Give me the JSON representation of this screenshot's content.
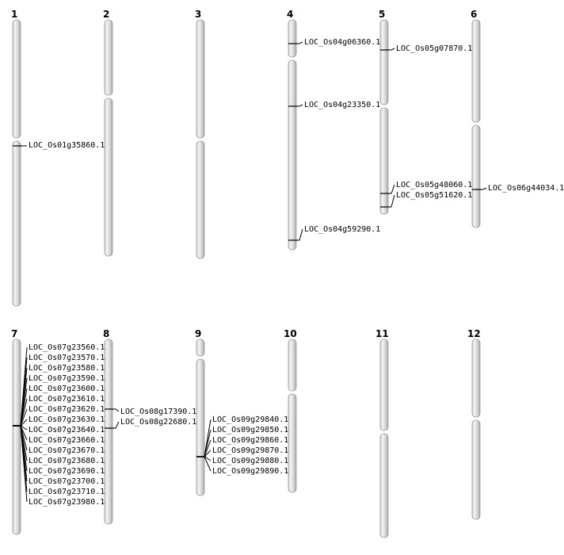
{
  "colors": {
    "background": "#ffffff",
    "chromosome_light": "#f2f2f2",
    "chromosome_dark": "#bdbdbd",
    "chromosome_edge": "#9a9a9a",
    "line": "#000000"
  },
  "chromosomes": [
    {
      "id": "1",
      "genes": [
        "LOC_Os01g35860.1"
      ]
    },
    {
      "id": "2",
      "genes": []
    },
    {
      "id": "3",
      "genes": []
    },
    {
      "id": "4",
      "genes": [
        "LOC_Os04g06360.1",
        "LOC_Os04g23350.1",
        "LOC_Os04g59290.1"
      ]
    },
    {
      "id": "5",
      "genes": [
        "LOC_Os05g07870.1",
        "LOC_Os05g48060.1",
        "LOC_Os05g51620.1"
      ]
    },
    {
      "id": "6",
      "genes": [
        "LOC_Os06g44034.1"
      ]
    },
    {
      "id": "7",
      "genes": [
        "LOC_Os07g23560.1",
        "LOC_Os07g23570.1",
        "LOC_Os07g23580.1",
        "LOC_Os07g23590.1",
        "LOC_Os07g23600.1",
        "LOC_Os07g23610.1",
        "LOC_Os07g23620.1",
        "LOC_Os07g23630.1",
        "LOC_Os07g23640.1",
        "LOC_Os07g23660.1",
        "LOC_Os07g23670.1",
        "LOC_Os07g23680.1",
        "LOC_Os07g23690.1",
        "LOC_Os07g23700.1",
        "LOC_Os07g23710.1",
        "LOC_Os07g23980.1"
      ]
    },
    {
      "id": "8",
      "genes": [
        "LOC_Os08g17390.1",
        "LOC_Os08g22680.1"
      ]
    },
    {
      "id": "9",
      "genes": [
        "LOC_Os09g29840.1",
        "LOC_Os09g29850.1",
        "LOC_Os09g29860.1",
        "LOC_Os09g29870.1",
        "LOC_Os09g29880.1",
        "LOC_Os09g29890.1"
      ]
    },
    {
      "id": "10",
      "genes": []
    },
    {
      "id": "11",
      "genes": []
    },
    {
      "id": "12",
      "genes": []
    }
  ]
}
